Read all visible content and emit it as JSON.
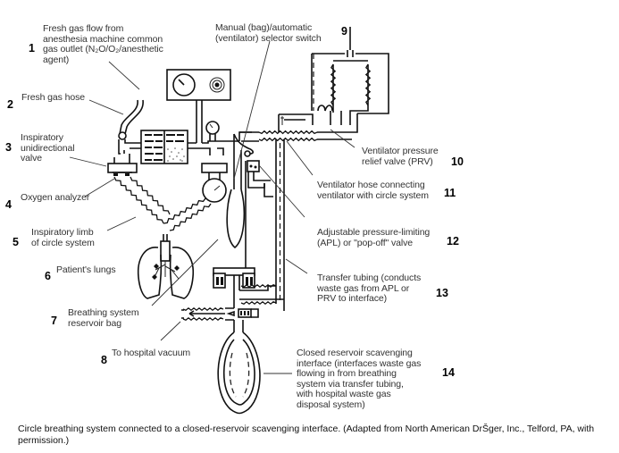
{
  "figure": {
    "caption": "Circle breathing system connected to a closed-reservoir scavenging interface. (Adapted from North American DrŠger, Inc., Telford, PA, with permission.)"
  },
  "labels": [
    {
      "number": "1",
      "text": "Fresh gas flow from\nanesthesia machine common\ngas outlet (N₂O/O₂/anesthetic\nagent)"
    },
    {
      "number": "2",
      "text": "Fresh gas hose"
    },
    {
      "number": "3",
      "text": "Inspiratory\nunidirectional\nvalve"
    },
    {
      "number": "4",
      "text": "Oxygen analyzer"
    },
    {
      "number": "5",
      "text": "Inspiratory limb\nof circle system"
    },
    {
      "number": "6",
      "text": "Patient's lungs"
    },
    {
      "number": "7",
      "text": "Breathing system\nreservoir bag"
    },
    {
      "number": "8",
      "text": "To hospital vacuum"
    },
    {
      "number": "9",
      "text": "Manual (bag)/automatic\n(ventilator) selector switch"
    },
    {
      "number": "10",
      "text": "Ventilator pressure\nrelief valve (PRV)"
    },
    {
      "number": "11",
      "text": "Ventilator hose connecting\nventilator with circle system"
    },
    {
      "number": "12",
      "text": "Adjustable pressure-limiting\n(APL) or \"pop-off\" valve"
    },
    {
      "number": "13",
      "text": "Transfer tubing (conducts\nwaste gas from APL or\nPRV to interface)"
    },
    {
      "number": "14",
      "text": "Closed reservoir scavenging\ninterface (interfaces waste gas\nflowing in from breathing\nsystem via transfer tubing,\nwith hospital waste gas\ndisposal system)"
    }
  ]
}
